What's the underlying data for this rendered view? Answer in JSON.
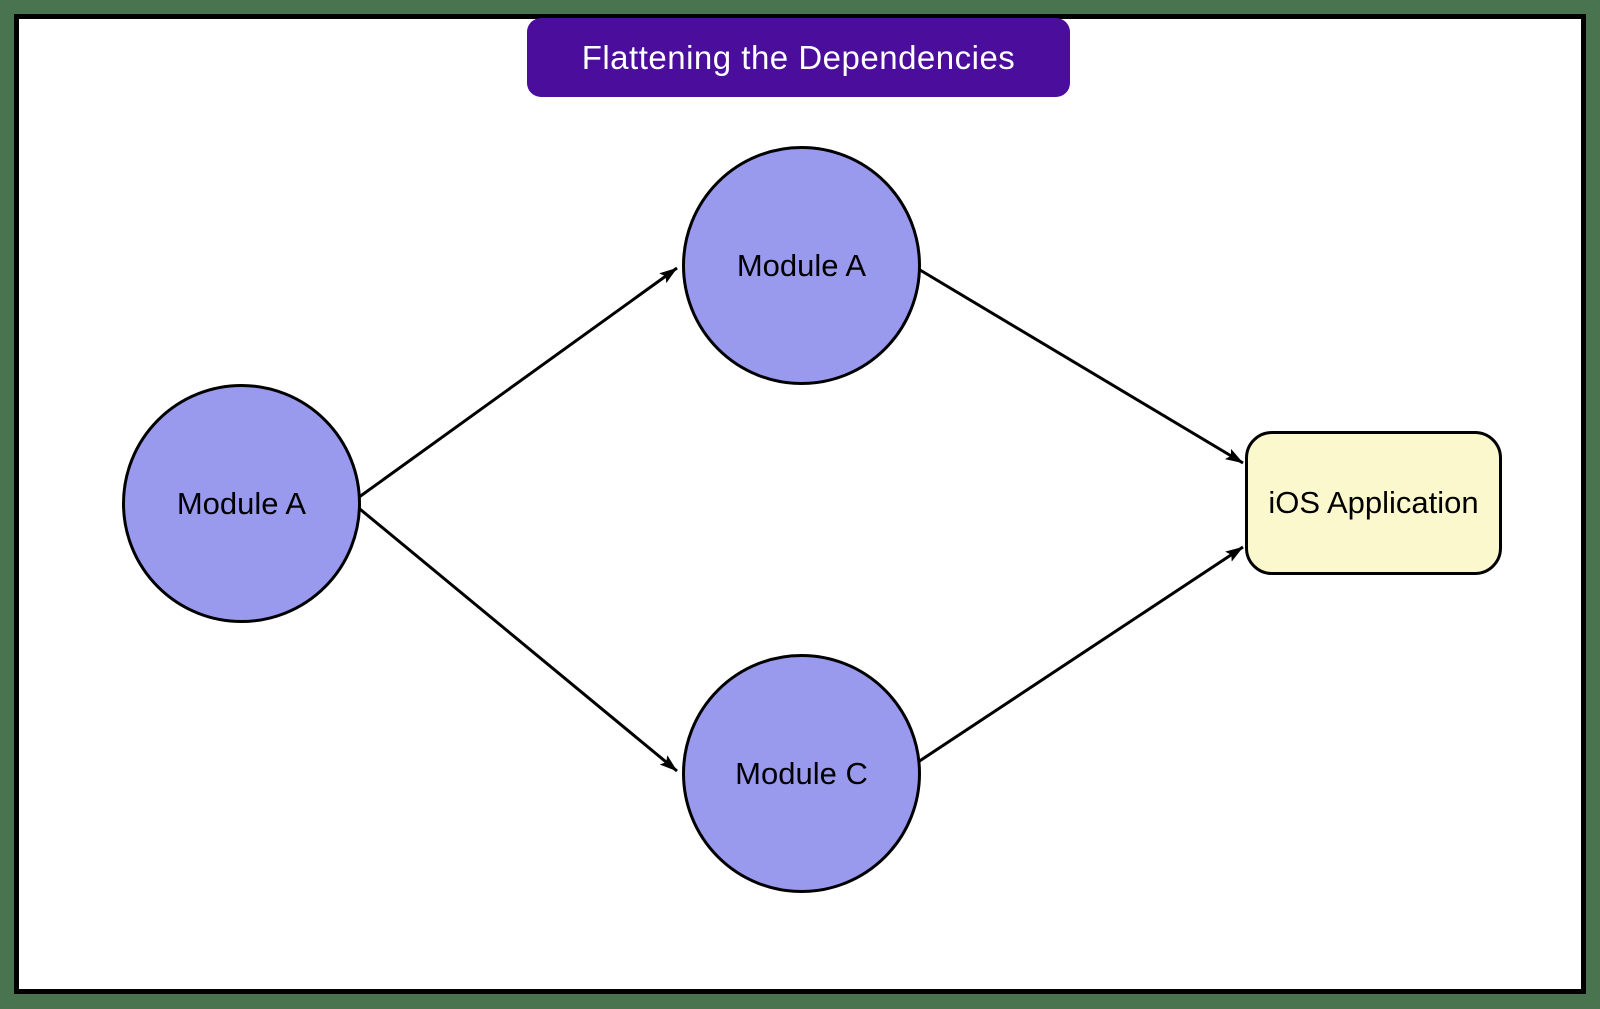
{
  "title": {
    "label": "Flattening the Dependencies"
  },
  "colors": {
    "surround_green": "#4a7450",
    "banner_purple": "#4a0d9c",
    "module_fill": "#9999ee",
    "app_fill": "#fbf8ce",
    "line_black": "#000000",
    "title_text": "#ffffff"
  },
  "nodes": {
    "source": {
      "label": "Module A",
      "shape": "circle"
    },
    "top": {
      "label": "Module A",
      "shape": "circle"
    },
    "bottom": {
      "label": "Module C",
      "shape": "circle"
    },
    "app": {
      "label": "iOS Application",
      "shape": "rounded-rect"
    }
  },
  "edges": [
    {
      "from": "source",
      "to": "top",
      "arrow": "end"
    },
    {
      "from": "source",
      "to": "bottom",
      "arrow": "end"
    },
    {
      "from": "top",
      "to": "app",
      "arrow": "end"
    },
    {
      "from": "bottom",
      "to": "app",
      "arrow": "end"
    }
  ]
}
